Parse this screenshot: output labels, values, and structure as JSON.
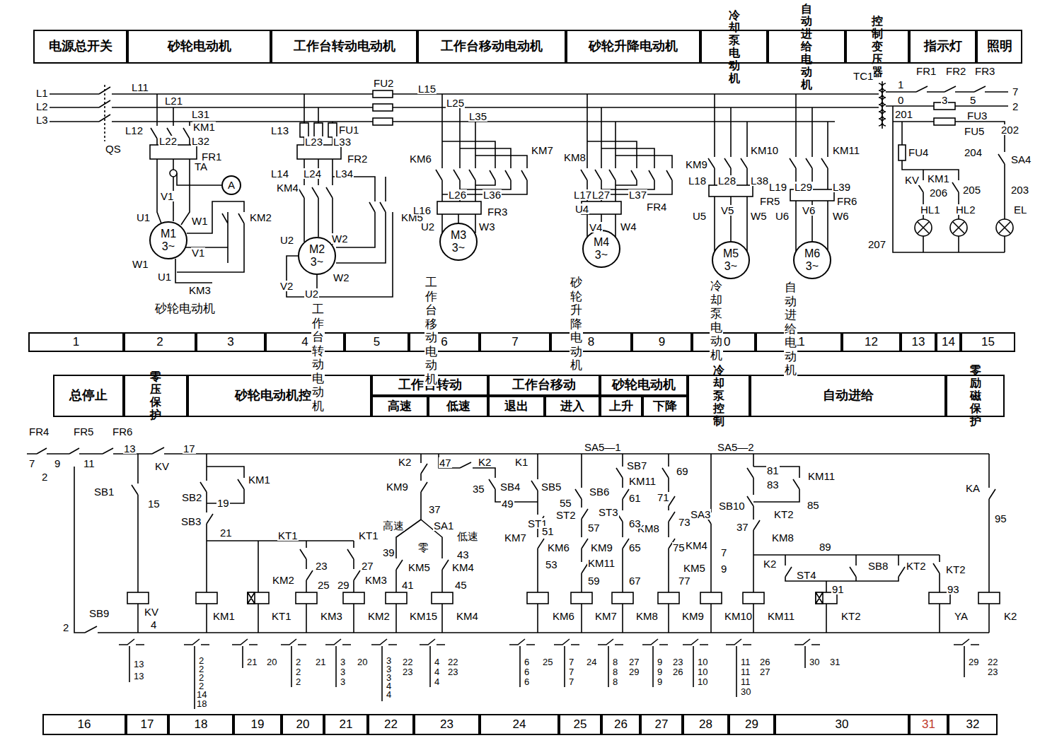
{
  "diagram": {
    "nodes": [
      {
        "text": [
          "电源总开关"
        ]
      },
      {
        "text": [
          "砂轮电动机"
        ]
      },
      {
        "text": [
          "工作台转动电动机"
        ]
      },
      {
        "text": [
          "工作台移动电动机"
        ]
      },
      {
        "text": [
          "砂轮升降电动机"
        ]
      },
      {
        "text": [
          "冷却泵 电动机"
        ]
      },
      {
        "text": [
          "自动进给 电动机"
        ]
      },
      {
        "text": [
          "控制 变压器"
        ]
      },
      {
        "text": [
          "指示灯"
        ]
      },
      {
        "text": [
          "照明"
        ]
      },
      {
        "text": [
          "1"
        ]
      },
      {
        "text": [
          "2"
        ]
      },
      {
        "text": [
          "3"
        ]
      },
      {
        "text": [
          "4"
        ]
      },
      {
        "text": [
          "5"
        ]
      },
      {
        "text": [
          "6"
        ]
      },
      {
        "text": [
          "7"
        ]
      },
      {
        "text": [
          "8"
        ]
      },
      {
        "text": [
          "9"
        ]
      },
      {
        "text": [
          "10"
        ]
      },
      {
        "text": [
          "11"
        ]
      },
      {
        "text": [
          "12"
        ]
      },
      {
        "text": [
          "13"
        ]
      },
      {
        "text": [
          "14"
        ]
      },
      {
        "text": [
          "15"
        ]
      },
      {
        "text": [
          "M1 3~"
        ]
      },
      {
        "text": [
          "M2 3~"
        ]
      },
      {
        "text": [
          "M3 3~"
        ]
      },
      {
        "text": [
          "M4 3~"
        ]
      },
      {
        "text": [
          "M5 3~"
        ]
      },
      {
        "text": [
          "M6 3~"
        ]
      },
      {
        "text": [
          "A"
        ]
      },
      {
        "text": [
          "总停止"
        ]
      },
      {
        "text": [
          "零压 保护"
        ]
      },
      {
        "text": [
          "砂轮电动机控制"
        ]
      },
      {
        "text": [
          "工作台转动"
        ]
      },
      {
        "text": [
          "高速"
        ]
      },
      {
        "text": [
          "低速"
        ]
      },
      {
        "text": [
          "工作台移动"
        ]
      },
      {
        "text": [
          "退出"
        ]
      },
      {
        "text": [
          "进入"
        ]
      },
      {
        "text": [
          "砂轮电动机"
        ]
      },
      {
        "text": [
          "上升"
        ]
      },
      {
        "text": [
          "下降"
        ]
      },
      {
        "text": [
          "冷却泵 控制"
        ]
      },
      {
        "text": [
          "自动进给"
        ]
      },
      {
        "text": [
          "零励磁 保护"
        ]
      },
      {
        "text": [
          "16"
        ]
      },
      {
        "text": [
          "17"
        ]
      },
      {
        "text": [
          "18"
        ]
      },
      {
        "text": [
          "19"
        ]
      },
      {
        "text": [
          "20"
        ]
      },
      {
        "text": [
          "21"
        ]
      },
      {
        "text": [
          "22"
        ]
      },
      {
        "text": [
          "23"
        ]
      },
      {
        "text": [
          "24"
        ]
      },
      {
        "text": [
          "25"
        ]
      },
      {
        "text": [
          "26"
        ]
      },
      {
        "text": [
          "27"
        ]
      },
      {
        "text": [
          "28"
        ]
      },
      {
        "text": [
          "29"
        ]
      },
      {
        "text": [
          "30"
        ]
      },
      {
        "text": [
          "31"
        ]
      },
      {
        "text": [
          "32"
        ]
      }
    ],
    "labels": [
      "L1",
      "L2",
      "L3",
      "L11",
      "L21",
      "L31",
      "KM1",
      "L12",
      "L22",
      "L32",
      "QS",
      "FR1",
      "TA",
      "U1",
      "V1",
      "W1",
      "KM2",
      "V1",
      "W1",
      "U1",
      "KM3",
      "L13",
      "FU1",
      "L23",
      "L33",
      "FR2",
      "L14",
      "L24",
      "L34",
      "KM4",
      "U2",
      "W2",
      "V2",
      "U2",
      "W2",
      "KM5",
      "FU2",
      "L15",
      "L25",
      "L35",
      "KM6",
      "KM7",
      "L26",
      "L36",
      "L16",
      "FR3",
      "U2",
      "W3",
      "KM8",
      "KM9",
      "L17",
      "L27",
      "L37",
      "U4",
      "FR4",
      "V4",
      "W4",
      "KM10",
      "KM11",
      "L18",
      "L28",
      "L38",
      "L19",
      "L29",
      "L39",
      "FR5",
      "FR6",
      "U5",
      "V5",
      "W5",
      "U6",
      "V6",
      "W6",
      "砂轮电动机",
      "工作台转动 电动机",
      "工作台移动 电动机",
      "砂轮升降 电动机",
      "冷却泵 电动机",
      "自动进给 电动机",
      "TC1",
      "1",
      "0",
      "201",
      "FR1",
      "FR2",
      "FR3",
      "3",
      "5",
      "7",
      "2",
      "FU3",
      "FU5",
      "202",
      "FU4",
      "204",
      "SA4",
      "KV",
      "KM1",
      "206",
      "205",
      "203",
      "HL1",
      "HL2",
      "EL",
      "207",
      "FR4",
      "FR5",
      "FR6",
      "7",
      "2",
      "9",
      "11",
      "13",
      "17",
      "KV",
      "SB1",
      "15",
      "SB2",
      "KM1",
      "19",
      "SB3",
      "21",
      "KT1",
      "KT1",
      "23",
      "27",
      "KM2",
      "25",
      "29",
      "KM3",
      "2",
      "SB9",
      "KV",
      "4",
      "KM1",
      "KT1",
      "KM3",
      "KM2",
      "KM15",
      "KM4",
      "K2",
      "47",
      "K2",
      "K1",
      "KM9",
      "35",
      "SB4",
      "SB5",
      "49",
      "37",
      "高速",
      "SA1",
      "低速",
      "39",
      "零",
      "43",
      "KM5",
      "KM4",
      "41",
      "45",
      "SA5—1",
      "SB7",
      "SB6",
      "KM11",
      "69",
      "55",
      "61",
      "71",
      "ST3",
      "KM8",
      "SA3",
      "ST1",
      "ST2",
      "63",
      "73",
      "KM7",
      "51",
      "57",
      "KM6",
      "KM9",
      "65",
      "75",
      "KM4",
      "53",
      "KM11",
      "59",
      "67",
      "KM5",
      "77",
      "7",
      "9",
      "KM6",
      "KM7",
      "KM8",
      "KM9",
      "KM10",
      "KM11",
      "SA5—2",
      "81",
      "83",
      "KM11",
      "SB10",
      "85",
      "37",
      "KT2",
      "KM8",
      "K2",
      "89",
      "ST4",
      "SB8",
      "KT2",
      "91",
      "KT2",
      "KT2",
      "93",
      "YA",
      "KA",
      "95",
      "K2",
      "13",
      "13",
      "2",
      "2",
      "2",
      "2",
      "14",
      "18",
      "21",
      "20",
      "2",
      "2",
      "2",
      "21",
      "3",
      "3",
      "3",
      "20",
      "3",
      "3",
      "3",
      "4",
      "4",
      "22",
      "23",
      "4",
      "4",
      "4",
      "22",
      "23",
      "6",
      "6",
      "6",
      "25",
      "7",
      "7",
      "7",
      "24",
      "8",
      "8",
      "8",
      "27",
      "29",
      "9",
      "9",
      "9",
      "23",
      "26",
      "10",
      "10",
      "10",
      "11",
      "11",
      "11",
      "30",
      "26",
      "27",
      "30",
      "31",
      "29",
      "22",
      "23"
    ]
  }
}
